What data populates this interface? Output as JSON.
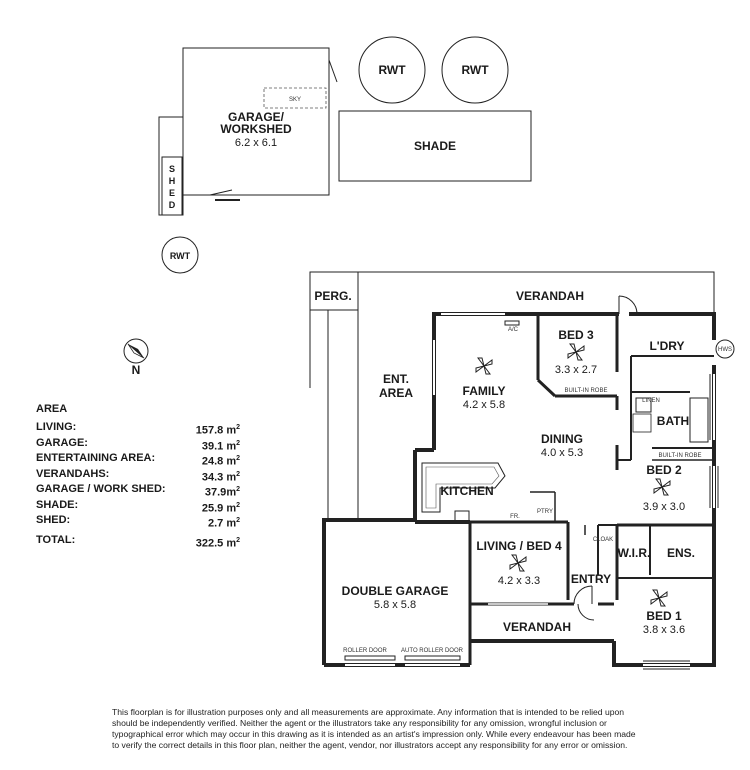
{
  "outbuildings": {
    "garage_workshed": {
      "name_line1": "GARAGE/",
      "name_line2": "WORKSHED",
      "size": "6.2 x 6.1",
      "sky": "SKY"
    },
    "shed": "SHED",
    "shed_letters": [
      "S",
      "H",
      "E",
      "D"
    ],
    "shade": "SHADE",
    "rwt": "RWT"
  },
  "compass": {
    "north": "N"
  },
  "rooms": {
    "perg": "PERG.",
    "verandah_top": "VERANDAH",
    "ent_area_1": "ENT.",
    "ent_area_2": "AREA",
    "family": {
      "name": "FAMILY",
      "size": "4.2 x 5.8",
      "ac": "A/C"
    },
    "bed3": {
      "name": "BED 3",
      "size": "3.3 x 2.7",
      "robe": "BUILT-IN ROBE"
    },
    "ldry": "L'DRY",
    "hws": "HWS",
    "linen": "LINEN",
    "bath": "BATH",
    "robe2": "BUILT-IN ROBE",
    "dining": {
      "name": "DINING",
      "size": "4.0 x 5.3"
    },
    "bed2": {
      "name": "BED 2",
      "size": "3.9 x 3.0"
    },
    "kitchen": "KITCHEN",
    "ptry": "PTRY",
    "fr": "FR.",
    "cloak": "CLOAK",
    "living": {
      "name": "LIVING / BED 4",
      "size": "4.2 x 3.3"
    },
    "wir": "W.I.R.",
    "ens": "ENS.",
    "entry": "ENTRY",
    "double_garage": {
      "name": "DOUBLE GARAGE",
      "size": "5.8 x 5.8",
      "roller": "ROLLER DOOR",
      "auto_roller": "AUTO ROLLER DOOR"
    },
    "verandah_bottom": "VERANDAH",
    "bed1": {
      "name": "BED 1",
      "size": "3.8 x 3.6"
    }
  },
  "area": {
    "title": "AREA",
    "unit": "m",
    "rows": [
      {
        "label": "LIVING:",
        "value": "157.8"
      },
      {
        "label": "GARAGE:",
        "value": "39.1"
      },
      {
        "label": "ENTERTAINING AREA:",
        "value": "24.8"
      },
      {
        "label": "VERANDAHS:",
        "value": "34.3"
      },
      {
        "label": "GARAGE / WORK SHED:",
        "value": "37.9"
      },
      {
        "label": "SHADE:",
        "value": "25.9"
      },
      {
        "label": "SHED:",
        "value": "2.7"
      }
    ],
    "total_label": "TOTAL:",
    "total_value": "322.5"
  },
  "disclaimer": "This floorplan is for illustration purposes only and all measurements are approximate. Any information that is intended to be relied upon should be independently verified. Neither the agent or the illustrators take any responsibility for any omission, wrongful inclusion or typographical error which may occur in this drawing as it is intended as an artist's impression only. While every endeavour has been made to verify the correct details in this floor plan, neither the agent, vendor, nor illustrators accept any responsibility for any error or omission."
}
